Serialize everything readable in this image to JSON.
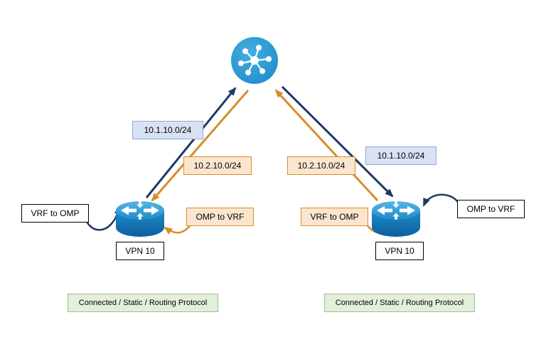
{
  "diagram": {
    "controller": {
      "icon": "network-controller-icon",
      "color": "#1E8BC9"
    },
    "left_site": {
      "advertised_prefix": "10.1.10.0/24",
      "received_prefix": "10.2.10.0/24",
      "vrf_to_omp_label": "VRF to OMP",
      "omp_to_vrf_label": "OMP to VRF",
      "vpn_label": "VPN 10",
      "route_sources_label": "Connected / Static / Routing Protocol"
    },
    "right_site": {
      "advertised_prefix": "10.2.10.0/24",
      "received_prefix": "10.1.10.0/24",
      "vrf_to_omp_label": "VRF to OMP",
      "omp_to_vrf_label": "OMP to VRF",
      "vpn_label": "VPN 10",
      "route_sources_label": "Connected / Static / Routing Protocol"
    },
    "colors": {
      "omp_route_blue": "#1F3864",
      "vrf_route_orange": "#D98C2B",
      "prefix_blue_fill": "#D9E2F3",
      "prefix_orange_fill": "#FBE5CE",
      "protocol_green_fill": "#E2EFDA",
      "device_blue": "#1E8BC9"
    }
  }
}
